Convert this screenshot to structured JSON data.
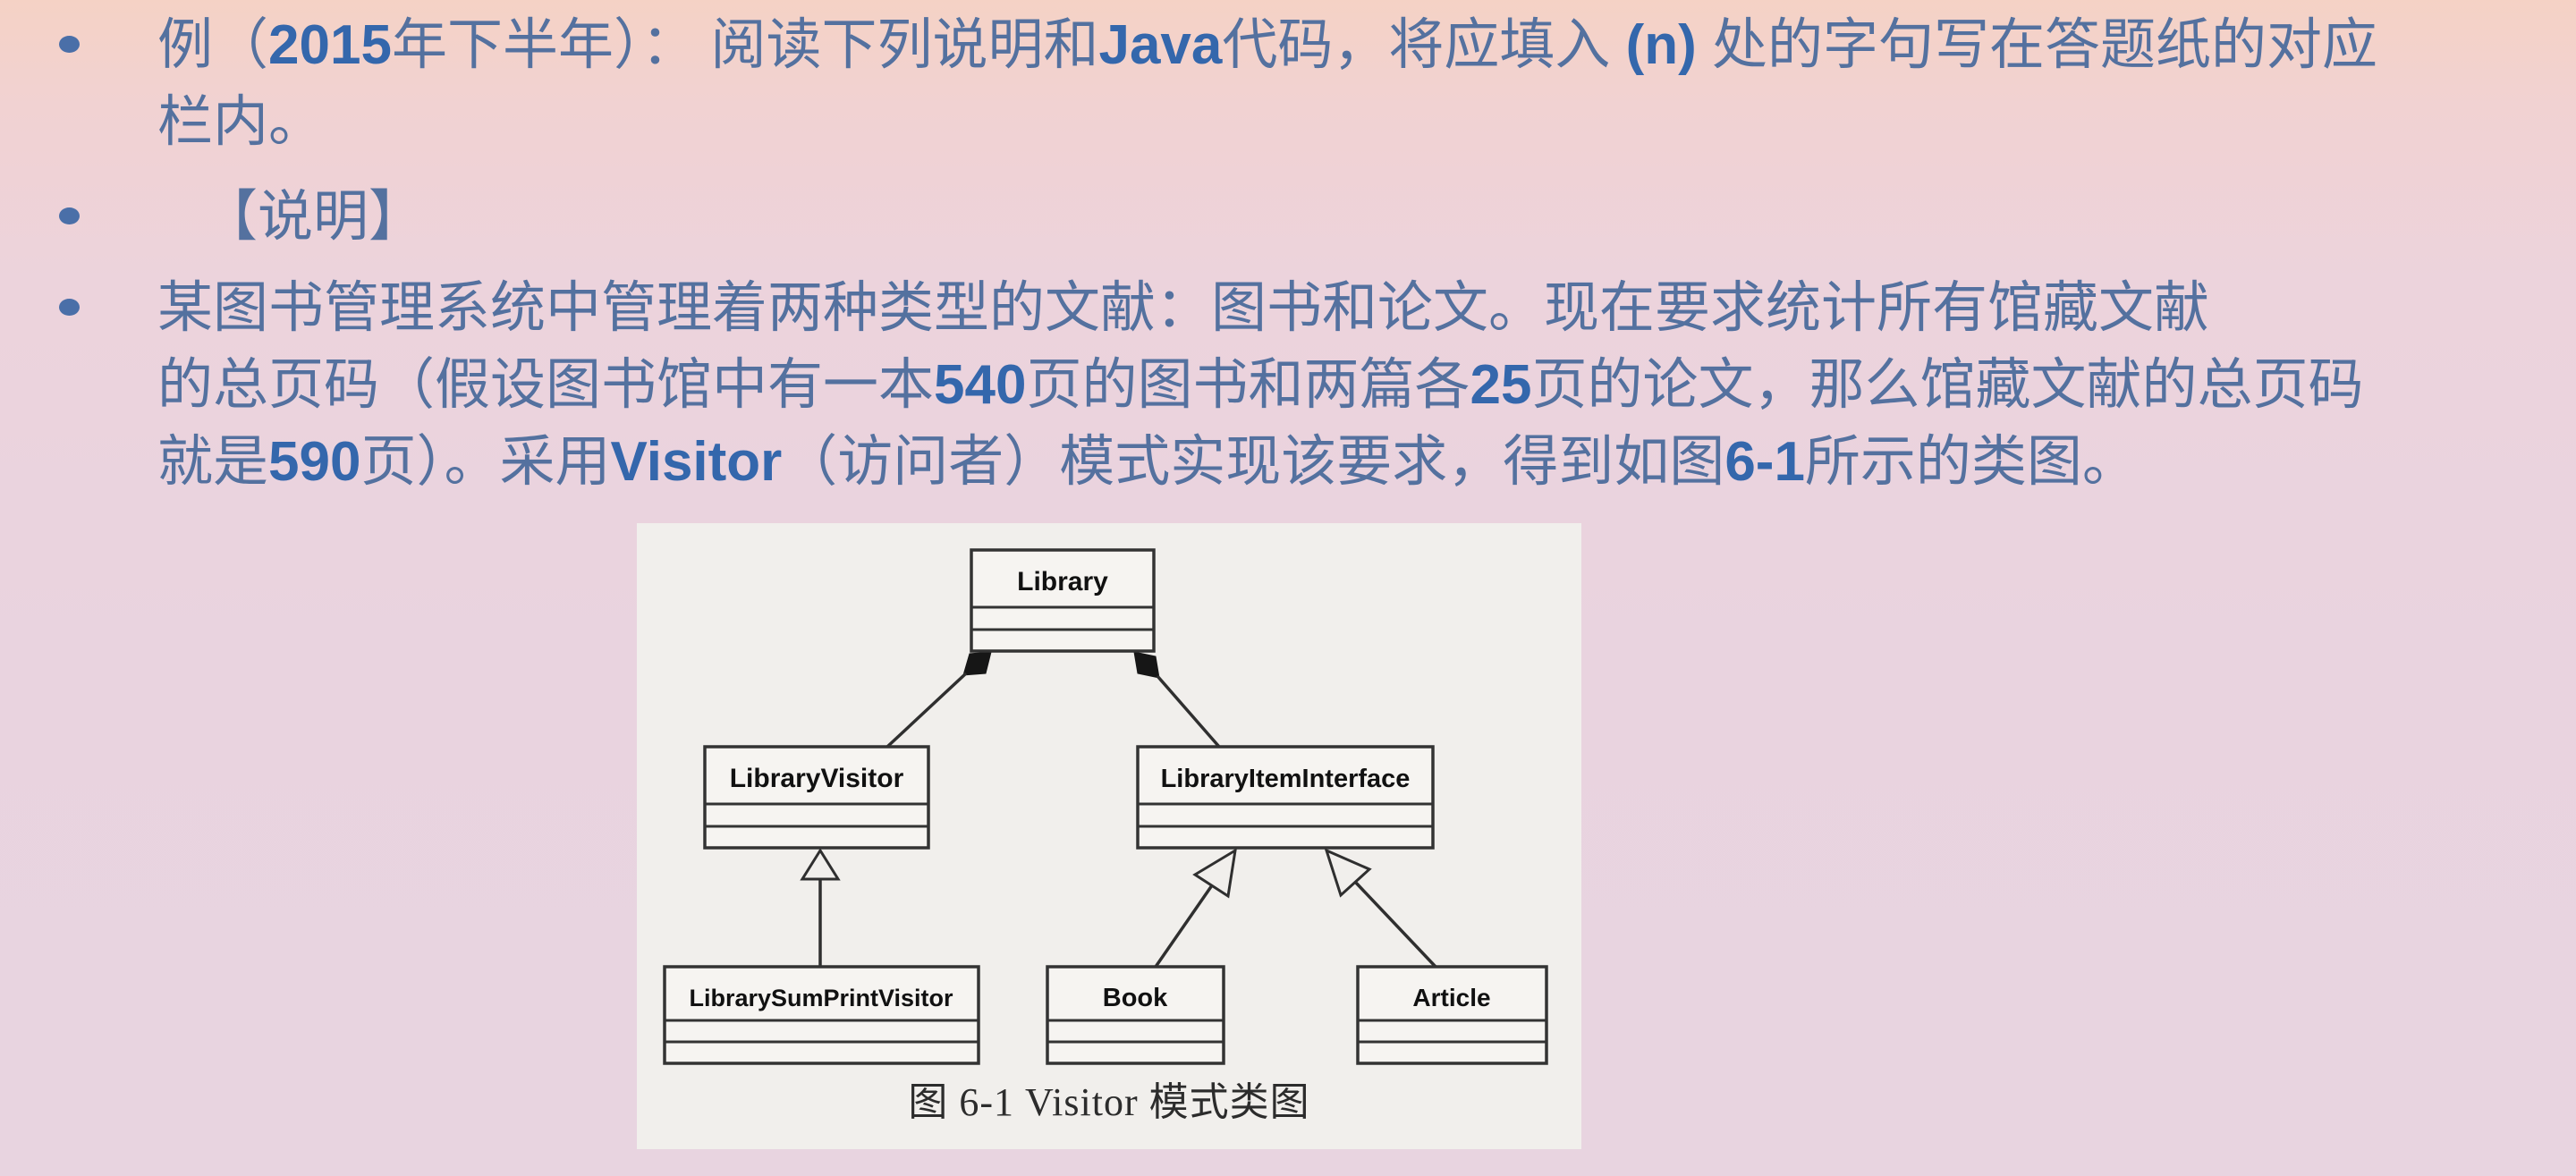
{
  "slide": {
    "background_top_color": "#f5d2c5",
    "background_bottom_color": "#e8d4e0",
    "text_color": "#54719f",
    "bold_text_color": "#3467ac",
    "bullet_color": "#4a6fa8"
  },
  "bullets": [
    {
      "lines": [
        {
          "segments": [
            {
              "t": "例（"
            },
            {
              "t": "2015",
              "b": true
            },
            {
              "t": "年下半年）： 阅读下列说明和"
            },
            {
              "t": "Java",
              "b": true
            },
            {
              "t": "代码，将应填入"
            },
            {
              "t": " (n) ",
              "b": true
            },
            {
              "t": "处的字句写在答题纸的对应"
            }
          ]
        },
        {
          "segments": [
            {
              "t": "栏内。"
            }
          ]
        }
      ]
    },
    {
      "lines": [
        {
          "segments": [
            {
              "t": "【说明】"
            }
          ]
        }
      ]
    },
    {
      "lines": [
        {
          "segments": [
            {
              "t": "某图书管理系统中管理着两种类型的文献：图书和论文。现在要求统计所有馆藏文献"
            }
          ]
        },
        {
          "segments": [
            {
              "t": "的总页码（假设图书馆中有一本"
            },
            {
              "t": "540",
              "b": true
            },
            {
              "t": "页的图书和两篇各"
            },
            {
              "t": "25",
              "b": true
            },
            {
              "t": "页的论文，那么馆藏文献的总页码"
            }
          ]
        },
        {
          "segments": [
            {
              "t": "就是"
            },
            {
              "t": "590",
              "b": true
            },
            {
              "t": "页）。采用"
            },
            {
              "t": "Visitor",
              "b": true
            },
            {
              "t": "（访问者）模式实现该要求，得到如图"
            },
            {
              "t": "6-1",
              "b": true
            },
            {
              "t": "所示的类图。"
            }
          ]
        }
      ]
    }
  ],
  "diagram": {
    "caption": "图 6-1 Visitor 模式类图",
    "classes": [
      {
        "name": "Library"
      },
      {
        "name": "LibraryVisitor"
      },
      {
        "name": "LibraryItemInterface"
      },
      {
        "name": "LibrarySumPrintVisitor"
      },
      {
        "name": "Book"
      },
      {
        "name": "Article"
      }
    ],
    "relations": [
      {
        "from": "Library",
        "to": "LibraryVisitor",
        "type": "composition"
      },
      {
        "from": "Library",
        "to": "LibraryItemInterface",
        "type": "composition"
      },
      {
        "from": "LibrarySumPrintVisitor",
        "to": "LibraryVisitor",
        "type": "generalization"
      },
      {
        "from": "Book",
        "to": "LibraryItemInterface",
        "type": "generalization"
      },
      {
        "from": "Article",
        "to": "LibraryItemInterface",
        "type": "generalization"
      }
    ]
  }
}
